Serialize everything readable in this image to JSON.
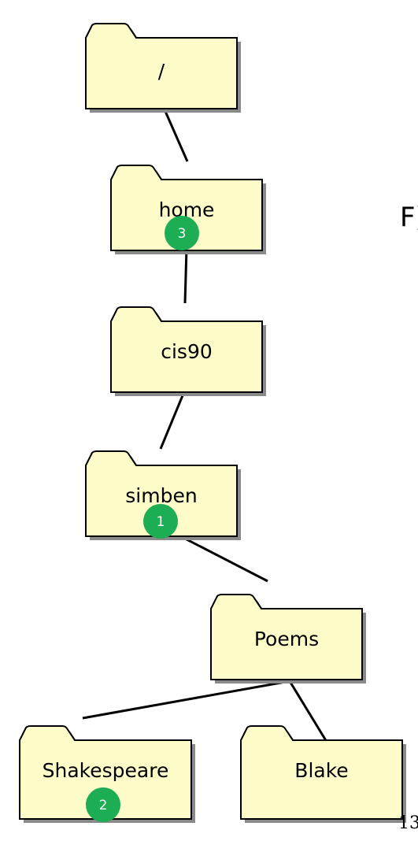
{
  "diagram": {
    "nodes": [
      {
        "id": "root",
        "label": "/",
        "parent": null
      },
      {
        "id": "home",
        "label": "home",
        "parent": "root",
        "badge": "3"
      },
      {
        "id": "cis90",
        "label": "cis90",
        "parent": "home"
      },
      {
        "id": "simben",
        "label": "simben",
        "parent": "cis90",
        "badge": "1"
      },
      {
        "id": "poems",
        "label": "Poems",
        "parent": "simben"
      },
      {
        "id": "shakespeare",
        "label": "Shakespeare",
        "parent": "poems",
        "badge": "2"
      },
      {
        "id": "blake",
        "label": "Blake",
        "parent": "poems"
      }
    ],
    "side_text": "F)",
    "page_number": "13",
    "colors": {
      "folder_fill": "#FEFDC9",
      "badge": "#1DAE55",
      "shadow": "#8a8a8a"
    }
  }
}
